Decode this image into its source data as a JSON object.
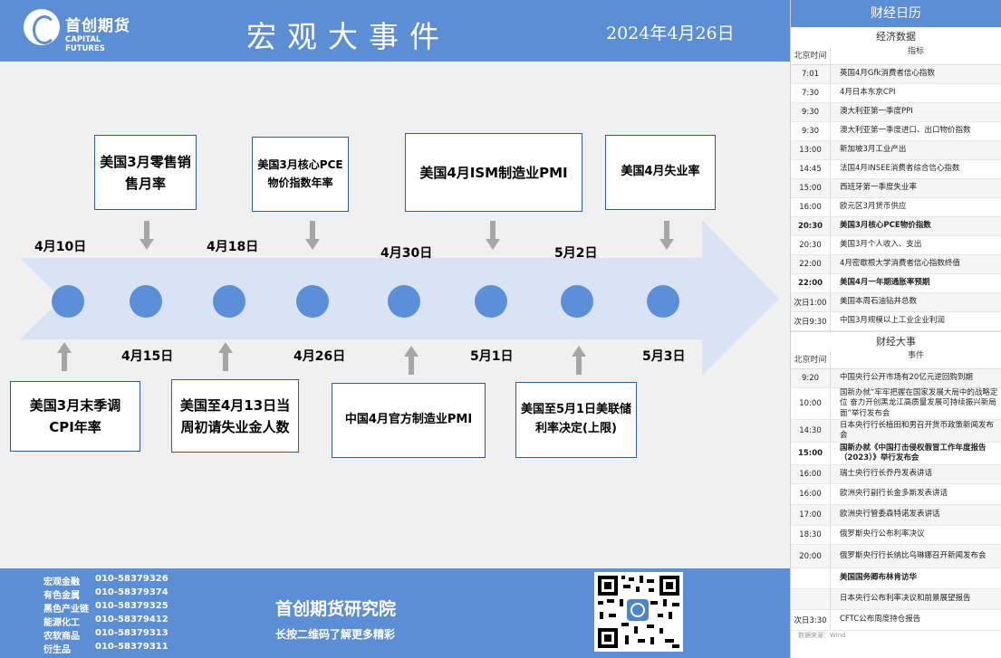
{
  "header": {
    "company_cn": "首创期货",
    "company_en": "CAPITAL FUTURES",
    "title": "宏观大事件",
    "date": "2024年4月26日"
  },
  "timeline": {
    "top_events": [
      "美国3月零售销售月率",
      "美国3月核心PCE物价指数年率",
      "美国4月ISM制造业PMI",
      "美国4月失业率"
    ],
    "bottom_events": [
      "美国3月末季调CPI年率",
      "美国至4月13日当周初请失业金人数",
      "中国4月官方制造业PMI",
      "美国至5月1日美联储利率决定(上限)"
    ],
    "top_dates": [
      "4月10日",
      "4月18日",
      "4月30日",
      "5月2日"
    ],
    "bottom_dates": [
      "4月15日",
      "4月26日",
      "5月1日",
      "5月3日"
    ]
  },
  "footer": {
    "contacts": [
      {
        "dept": "宏观金融",
        "phone": "010-58379326"
      },
      {
        "dept": "有色金属",
        "phone": "010-58379374"
      },
      {
        "dept": "黑色产业链",
        "phone": "010-58379325"
      },
      {
        "dept": "能源化工",
        "phone": "010-58379412"
      },
      {
        "dept": "农软商品",
        "phone": "010-58379313"
      },
      {
        "dept": "衍生品",
        "phone": "010-58379311"
      }
    ],
    "institute": "首创期货研究院",
    "slogan": "长按二维码了解更多精彩"
  },
  "sidebar": {
    "title": "财经日历",
    "econ_title": "经济数据",
    "col_time": "北京时间",
    "col_indicator": "指标",
    "econ": [
      {
        "t": "7:01",
        "e": "英国4月Gfk消费者信心指数",
        "b": false
      },
      {
        "t": "7:30",
        "e": "4月日本东京CPI",
        "b": false
      },
      {
        "t": "9:30",
        "e": "澳大利亚第一季度PPI",
        "b": false
      },
      {
        "t": "9:30",
        "e": "澳大利亚第一季度进口、出口物价指数",
        "b": false
      },
      {
        "t": "13:00",
        "e": "新加坡3月工业产出",
        "b": false
      },
      {
        "t": "14:45",
        "e": "法国4月INSEE消费者综合信心指数",
        "b": false
      },
      {
        "t": "15:00",
        "e": "西班牙第一季度失业率",
        "b": false
      },
      {
        "t": "16:00",
        "e": "欧元区3月货币供应",
        "b": false
      },
      {
        "t": "20:30",
        "e": "美国3月核心PCE物价指数",
        "b": true
      },
      {
        "t": "20:30",
        "e": "美国3月个人收入、支出",
        "b": false
      },
      {
        "t": "22:00",
        "e": "4月密歇根大学消费者信心指数终值",
        "b": false
      },
      {
        "t": "22:00",
        "e": "美国4月一年期通胀率预期",
        "b": true
      },
      {
        "t": "次日1:00",
        "e": "美国本周石油钻井总数",
        "b": false
      },
      {
        "t": "次日9:30",
        "e": "中国3月规模以上工业企业利润",
        "b": false
      }
    ],
    "events_title": "财经大事",
    "col_event": "事件",
    "events": [
      {
        "t": "9:20",
        "e": "中国央行公开市场有20亿元逆回购到期",
        "b": false
      },
      {
        "t": "10:00",
        "e": "国新办就“牢牢把握在国家发展大局中的战略定位 奋力开创黑龙江高质量发展可持续振兴新局面”举行发布会",
        "b": false
      },
      {
        "t": "14:30",
        "e": "日本央行行长植田和男召开货币政策新闻发布会",
        "b": false
      },
      {
        "t": "15:00",
        "e": "国新办就《中国打击侵权假冒工作年度报告（2023）》举行发布会",
        "b": true
      },
      {
        "t": "16:00",
        "e": "瑞士央行行长乔丹发表讲话",
        "b": false
      },
      {
        "t": "16:00",
        "e": "欧洲央行副行长金多斯发表讲话",
        "b": false
      },
      {
        "t": "17:00",
        "e": "欧洲央行管委森特诺发表讲话",
        "b": false
      },
      {
        "t": "18:30",
        "e": "俄罗斯央行公布利率决议",
        "b": false
      },
      {
        "t": "20:00",
        "e": "俄罗斯央行行长纳比乌琳娜召开新闻发布会",
        "b": false
      },
      {
        "t": "",
        "e": "美国国务卿布林肯访华",
        "b": true
      },
      {
        "t": "",
        "e": "日本央行公布利率决议和前景展望报告",
        "b": false
      },
      {
        "t": "次日3:30",
        "e": "CFTC公布周度持仓报告",
        "b": false
      }
    ],
    "source": "数据来源：Wind"
  }
}
